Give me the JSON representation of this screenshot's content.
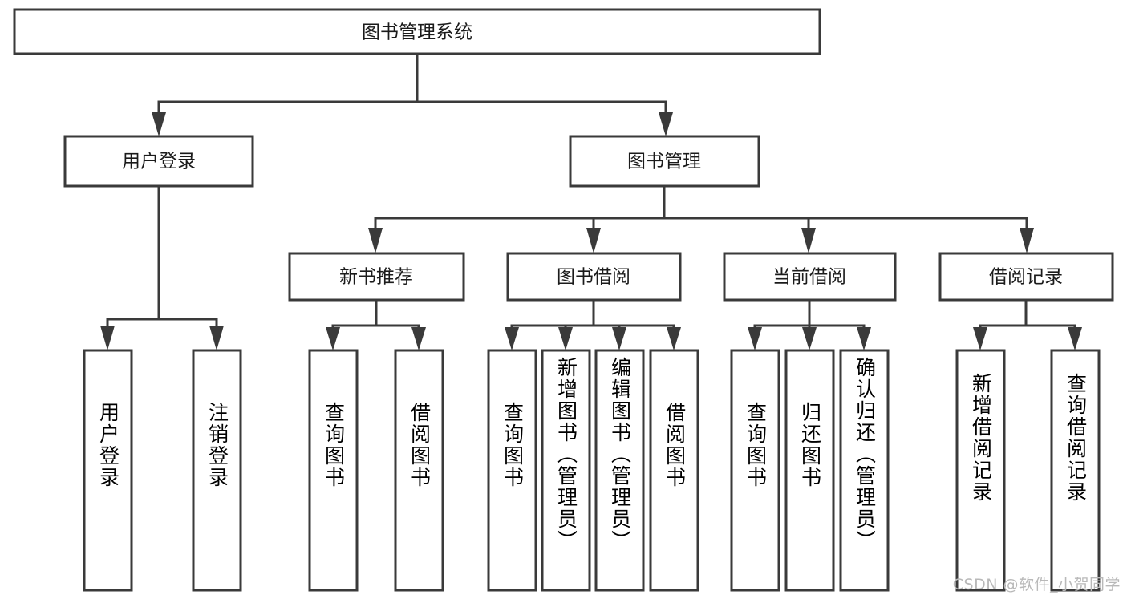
{
  "diagram": {
    "type": "tree",
    "title": "图书管理系统",
    "watermark": "CSDN @软件_小贺同学",
    "colors": {
      "box_stroke": "#3a3a3a",
      "box_fill": "#ffffff",
      "text": "#1b1b1b",
      "watermark": "#b9b9b9",
      "background": "#ffffff"
    },
    "root": {
      "label": "图书管理系统"
    },
    "level2": [
      {
        "label": "用户登录"
      },
      {
        "label": "图书管理"
      }
    ],
    "level3": [
      {
        "label": "新书推荐"
      },
      {
        "label": "图书借阅"
      },
      {
        "label": "当前借阅"
      },
      {
        "label": "借阅记录"
      }
    ],
    "leaves": {
      "user_login": [
        {
          "label": "用户登录"
        },
        {
          "label": "注销登录"
        }
      ],
      "new_book_recommend": [
        {
          "label": "查询图书"
        },
        {
          "label": "借阅图书"
        }
      ],
      "book_borrow": [
        {
          "label": "查询图书"
        },
        {
          "label": "新增图书（管理员）"
        },
        {
          "label": "编辑图书（管理员）"
        },
        {
          "label": "借阅图书"
        }
      ],
      "current_borrow": [
        {
          "label": "查询图书"
        },
        {
          "label": "归还图书"
        },
        {
          "label": "确认归还（管理员）"
        }
      ],
      "borrow_record": [
        {
          "label": "新增借阅记录"
        },
        {
          "label": "查询借阅记录"
        }
      ]
    }
  }
}
